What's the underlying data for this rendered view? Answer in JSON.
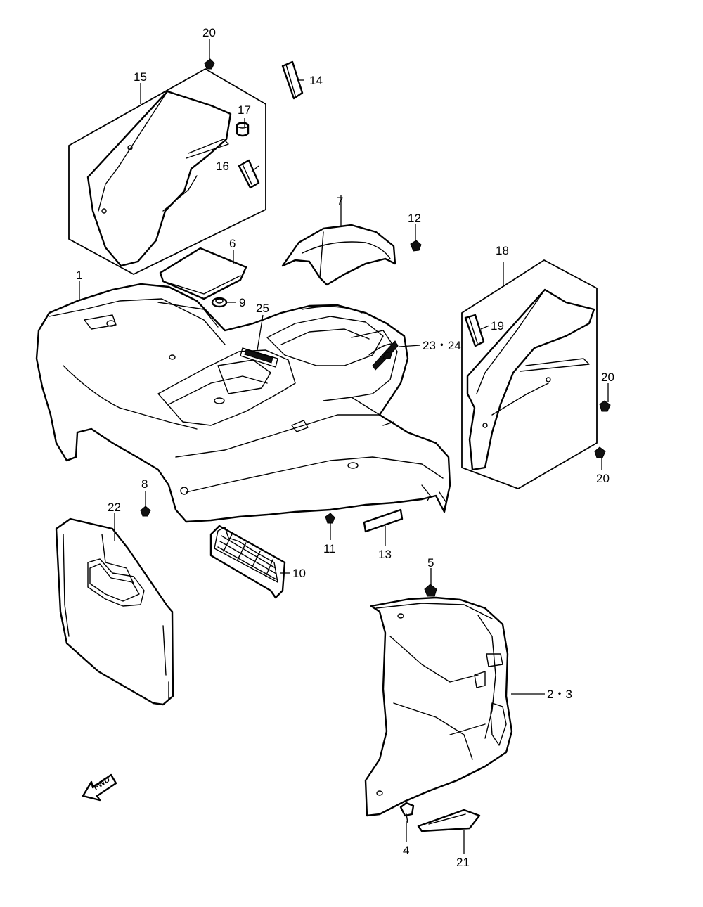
{
  "diagram": {
    "callouts": {
      "c1": "1",
      "c2_3": "2・3",
      "c4": "4",
      "c5": "5",
      "c6": "6",
      "c7": "7",
      "c8": "8",
      "c9": "9",
      "c10": "10",
      "c11": "11",
      "c12": "12",
      "c13": "13",
      "c14": "14",
      "c15": "15",
      "c16": "16",
      "c17": "17",
      "c18": "18",
      "c19": "19",
      "c20_top": "20",
      "c20_right_upper": "20",
      "c20_right_lower": "20",
      "c21": "21",
      "c22": "22",
      "c23_24": "23・24",
      "c25": "25"
    },
    "fwd_label": "FWD"
  }
}
